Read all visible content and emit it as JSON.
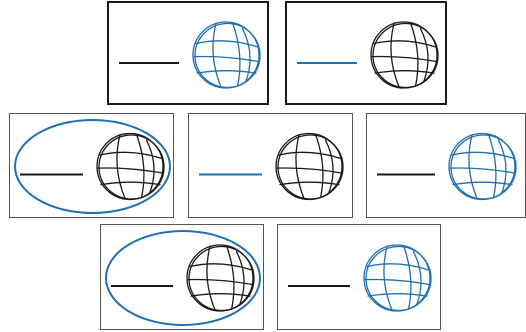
{
  "colors": {
    "black": "#1a1a1a",
    "blue": "#1f6fb5",
    "panel_border": "#555555"
  },
  "panels": [
    {
      "id": "p1",
      "thick_border": true,
      "line": "black",
      "ball": "blue",
      "ellipse": null
    },
    {
      "id": "p2",
      "thick_border": true,
      "line": "blue",
      "ball": "black",
      "ellipse": null
    },
    {
      "id": "p3",
      "thick_border": false,
      "line": "black",
      "ball": "black",
      "ellipse": "blue"
    },
    {
      "id": "p4",
      "thick_border": false,
      "line": "blue",
      "ball": "black",
      "ellipse": null
    },
    {
      "id": "p5",
      "thick_border": false,
      "line": "black",
      "ball": "blue",
      "ellipse": null
    },
    {
      "id": "p6",
      "thick_border": false,
      "line": "black",
      "ball": "black",
      "ellipse": "blue"
    },
    {
      "id": "p7",
      "thick_border": false,
      "line": "black",
      "ball": "blue",
      "ellipse": null
    }
  ]
}
